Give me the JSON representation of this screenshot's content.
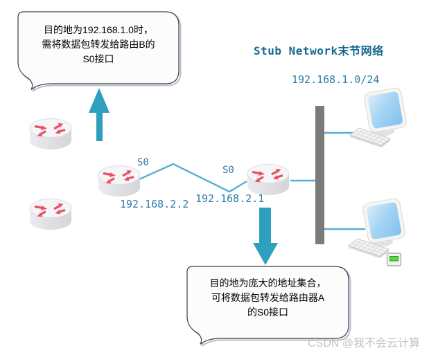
{
  "callouts": {
    "top": "目的地为192.168.1.0时，\n需将数据包转发给路由B的\nS0接口",
    "bottom": "目的地为庞大的地址集合，\n可将数据包转发给路由器A\n的S0接口"
  },
  "labels": {
    "stub_title": "Stub Network末节网络",
    "stub_network_cidr": "192.168.1.0/24",
    "left_router_interface": "S0",
    "right_router_interface": "S0",
    "left_router_ip": "192.168.2.2",
    "right_router_ip": "192.168.2.1"
  },
  "watermark": "CSDN @我不会云计算",
  "colors": {
    "arrow_teal": "#2f9fc0",
    "link_blue": "#58aed2",
    "label_blue": "#2e7ca8",
    "title_blue": "#16688f",
    "segment_gray": "#7b7b7b",
    "router_red": "#ea5064",
    "screen_blue": "#8ec9f0",
    "callout_border": "#3c3c3c",
    "callout_shadow": "#b4c2d2",
    "watermark_gray": "#c4c4c4",
    "led_green": "#55d83e"
  },
  "icons": {
    "router": "router-icon",
    "computer": "computer-icon",
    "network_segment": "network-segment-bar-icon",
    "up_arrow": "up-arrow-icon",
    "down_arrow": "down-arrow-icon",
    "serial_link": "serial-link-line",
    "nic_device": "green-led-device-icon"
  }
}
